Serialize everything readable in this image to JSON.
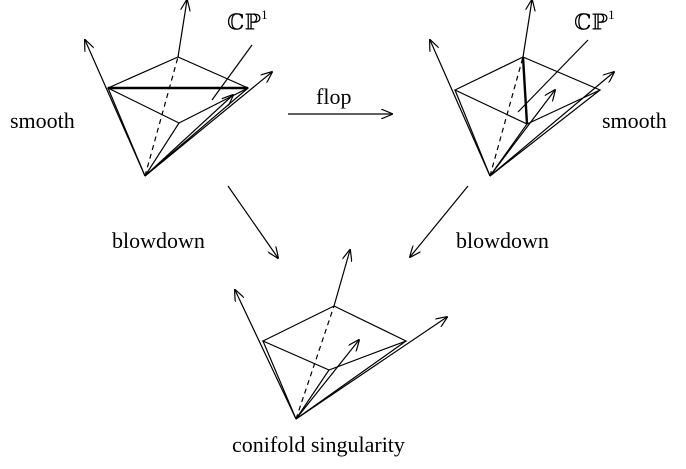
{
  "labels": {
    "smooth_left": "smooth",
    "smooth_right": "smooth",
    "flop": "flop",
    "blowdown_left": "blowdown",
    "blowdown_right": "blowdown",
    "conifold": "conifold singularity",
    "cp_base": "ℂℙ",
    "cp_exponent": "1"
  },
  "colors": {
    "ink": "#000000",
    "background": "#ffffff"
  }
}
